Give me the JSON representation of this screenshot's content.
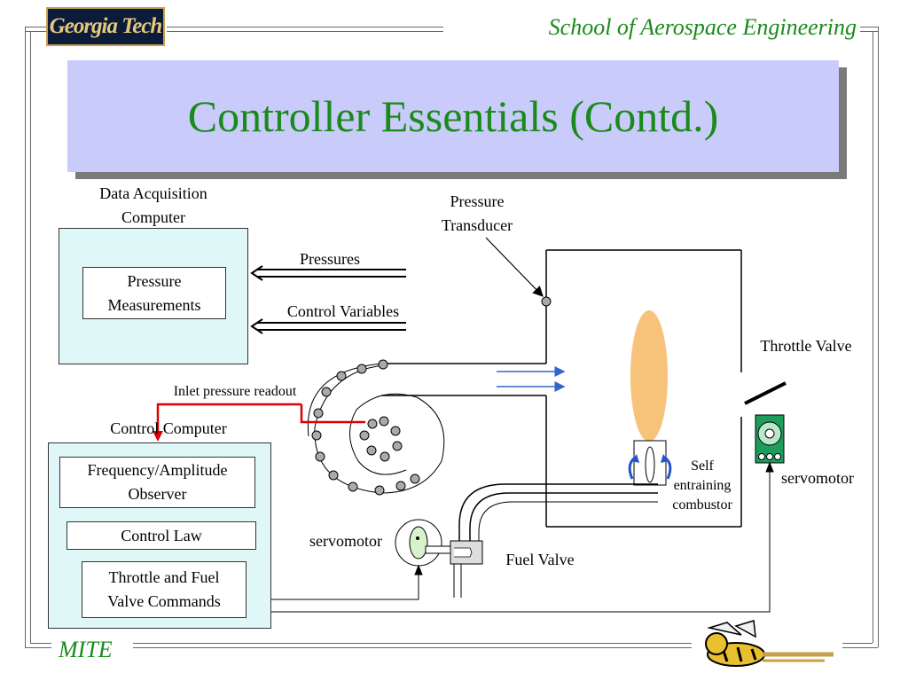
{
  "header": {
    "logo_text": "Georgia Tech",
    "school": "School of Aerospace Engineering"
  },
  "title": "Controller Essentials (Contd.)",
  "footer": {
    "left": "MITE"
  },
  "diagram": {
    "daq_label_line1": "Data Acquisition",
    "daq_label_line2": "Computer",
    "pressure_measurements_line1": "Pressure",
    "pressure_measurements_line2": "Measurements",
    "pressures_label": "Pressures",
    "control_variables_label": "Control Variables",
    "pressure_transducer_line1": "Pressure",
    "pressure_transducer_line2": "Transducer",
    "inlet_readout_label": "Inlet pressure readout",
    "control_computer_label": "Control Computer",
    "observer_line1": "Frequency/Amplitude",
    "observer_line2": "Observer",
    "control_law": "Control Law",
    "commands_line1": "Throttle and Fuel",
    "commands_line2": "Valve Commands",
    "throttle_valve_label": "Throttle Valve",
    "servomotor_right": "servomotor",
    "servomotor_left": "servomotor",
    "combustor_line1": "Self",
    "combustor_line2": "entraining",
    "combustor_line3": "combustor",
    "fuel_valve_label": "Fuel Valve"
  },
  "colors": {
    "green_text": "#1a8a1a",
    "title_bg": "#c9ccfa",
    "box_bg": "#e0f7f8",
    "flame": "#f7c27a",
    "red_line": "#dd0000",
    "blue_arrow": "#3366cc",
    "servo_green": "#1e9d5a",
    "valve_green": "#d8f2cc"
  }
}
